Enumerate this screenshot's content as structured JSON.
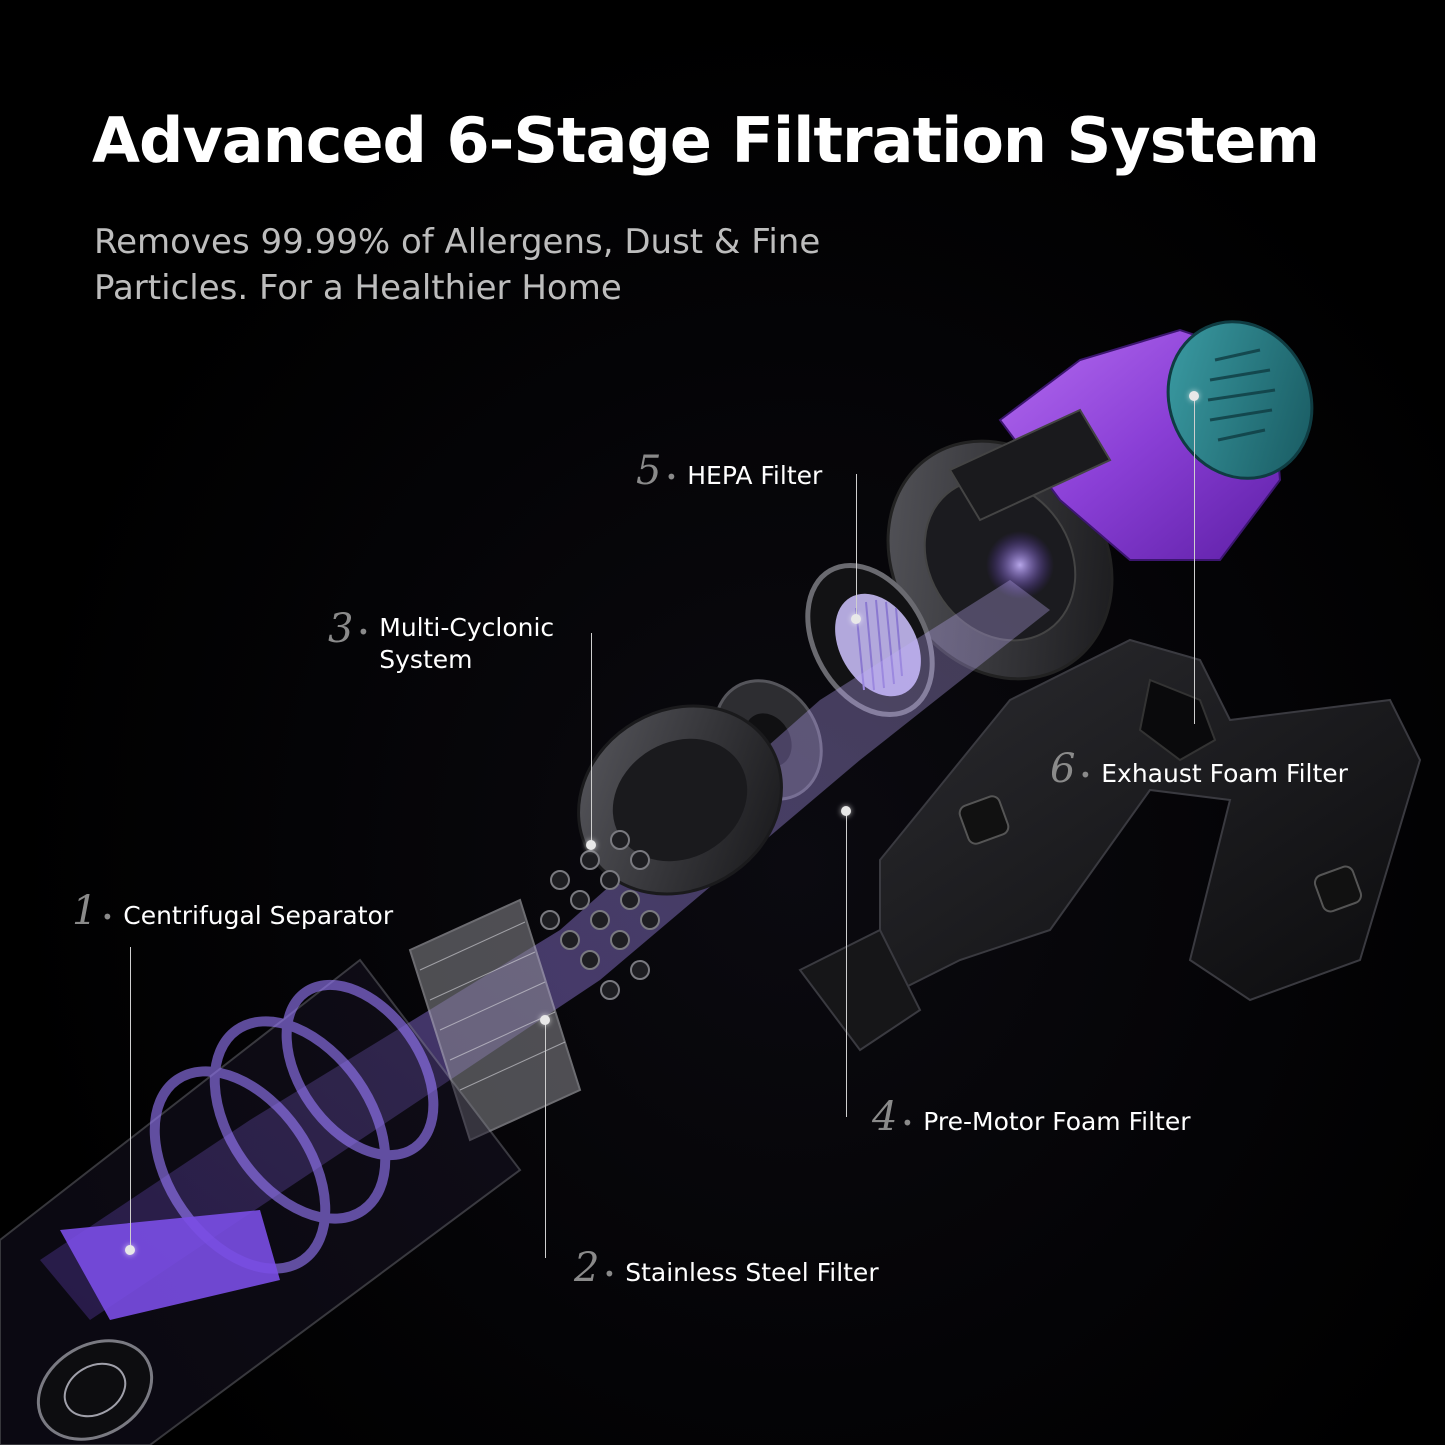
{
  "headline": "Advanced 6-Stage Filtration System",
  "subheadline": {
    "line1": "Removes 99.99% of Allergens, Dust & Fine",
    "line2": "Particles. For a Healthier Home"
  },
  "colors": {
    "background": "#000000",
    "accent_purple": "#8a3fd6",
    "glow_violet": "#9b7bff",
    "teal_cap": "#2a7f86",
    "label_text": "#ffffff",
    "number_text": "#8a8a8a"
  },
  "stages": [
    {
      "number": "1",
      "label": "Centrifugal Separator"
    },
    {
      "number": "2",
      "label": "Stainless Steel Filter"
    },
    {
      "number": "3",
      "label_line1": "Multi-Cyclonic",
      "label_line2": "System"
    },
    {
      "number": "4",
      "label": "Pre-Motor Foam Filter"
    },
    {
      "number": "5",
      "label": "HEPA Filter"
    },
    {
      "number": "6",
      "label": "Exhaust Foam Filter"
    }
  ]
}
